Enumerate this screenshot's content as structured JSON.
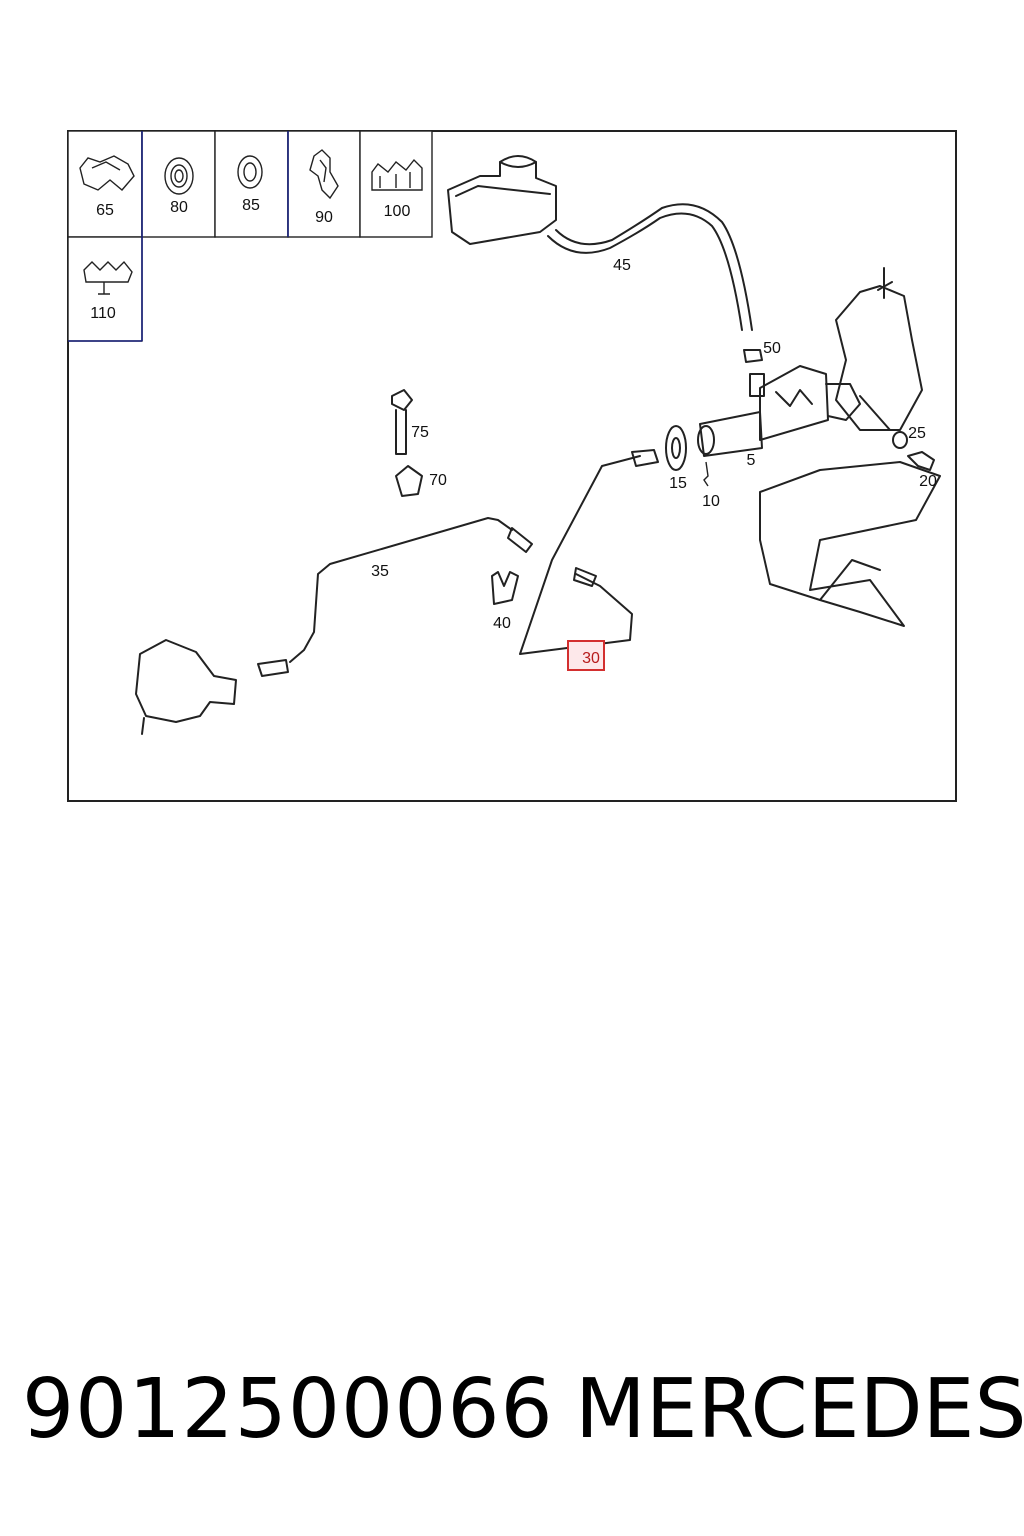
{
  "diagram": {
    "inset_labels": [
      "65",
      "80",
      "85",
      "90",
      "100",
      "110"
    ],
    "callouts": {
      "c45": "45",
      "c50": "50",
      "c75": "75",
      "c70": "70",
      "c25": "25",
      "c20": "20",
      "c15": "15",
      "c5": "5",
      "c10": "10",
      "c35": "35",
      "c40": "40",
      "c30": "30"
    },
    "highlighted_callout": "30",
    "highlight_color": "#d32f2f",
    "highlight_fill": "#fde8ea",
    "inset_border_color": "#1a237e"
  },
  "footer": {
    "part_number": "9012500066",
    "brand": "MERCEDES"
  }
}
